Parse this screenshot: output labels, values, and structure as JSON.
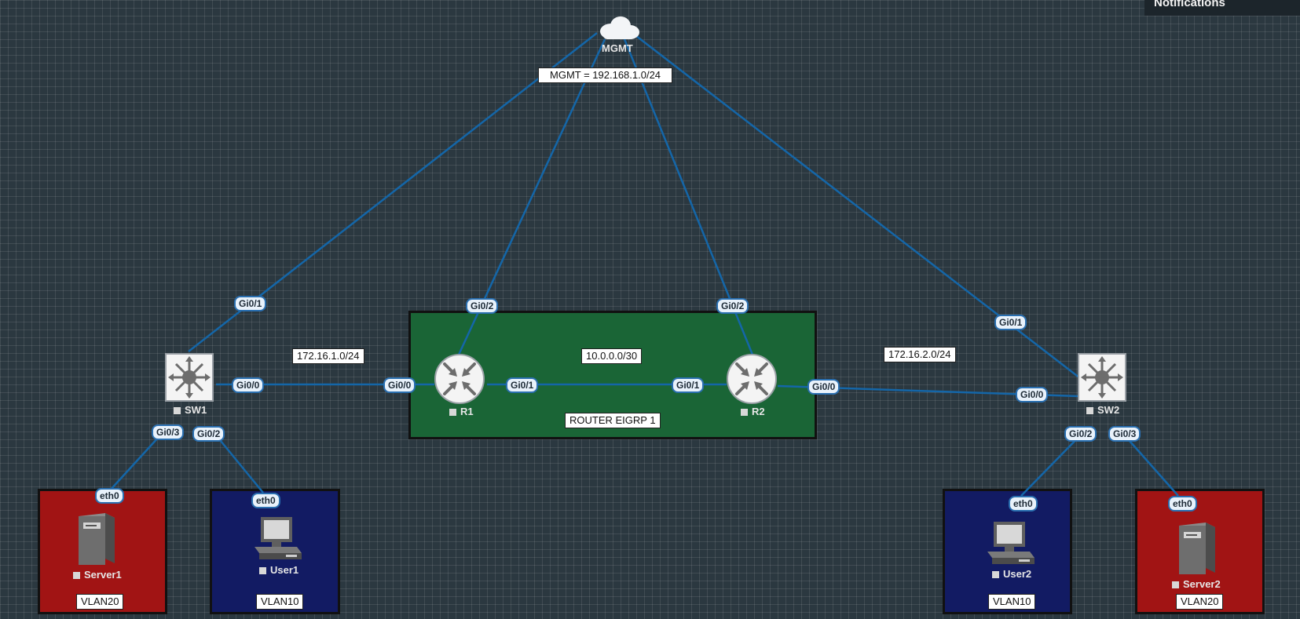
{
  "notifications": {
    "title": "Notifications"
  },
  "cloud": {
    "label": "MGMT",
    "subnet_label": "MGMT = 192.168.1.0/24"
  },
  "areas": {
    "router_area_label": "ROUTER EIGRP 1",
    "sw1_r1_subnet": "172.16.1.0/24",
    "r1_r2_subnet": "10.0.0.0/30",
    "r2_sw2_subnet": "172.16.2.0/24",
    "vlan_server1": "VLAN20",
    "vlan_user1": "VLAN10",
    "vlan_user2": "VLAN10",
    "vlan_server2": "VLAN20"
  },
  "nodes": {
    "sw1": "SW1",
    "sw2": "SW2",
    "r1": "R1",
    "r2": "R2",
    "server1": "Server1",
    "user1": "User1",
    "user2": "User2",
    "server2": "Server2"
  },
  "ports": {
    "sw1_gi0_1": "Gi0/1",
    "sw1_gi0_0": "Gi0/0",
    "sw1_gi0_3": "Gi0/3",
    "sw1_gi0_2": "Gi0/2",
    "r1_gi0_0": "Gi0/0",
    "r1_gi0_1": "Gi0/1",
    "r1_gi0_2": "Gi0/2",
    "r2_gi0_1": "Gi0/1",
    "r2_gi0_0": "Gi0/0",
    "r2_gi0_2": "Gi0/2",
    "sw2_gi0_1": "Gi0/1",
    "sw2_gi0_0": "Gi0/0",
    "sw2_gi0_2": "Gi0/2",
    "sw2_gi0_3": "Gi0/3",
    "server1_eth0": "eth0",
    "user1_eth0": "eth0",
    "user2_eth0": "eth0",
    "server2_eth0": "eth0"
  },
  "colors": {
    "link": "#1466a8",
    "router_area": "#1a6536",
    "server_vlan": "#a11414",
    "user_vlan": "#121b63"
  }
}
